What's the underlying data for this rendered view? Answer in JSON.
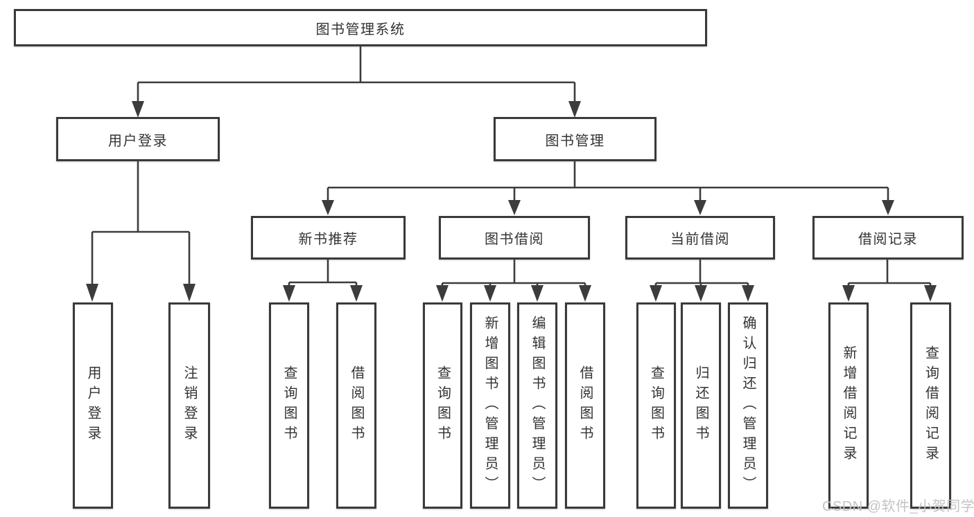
{
  "diagram": {
    "title": "图书管理系统",
    "watermark": "CSDN @软件_小贺同学",
    "colors": {
      "line": "#3c3c3c",
      "border": "#3a3a3a",
      "text": "#333333",
      "watermark": "#c6c2c2",
      "background": "#ffffff"
    },
    "nodes": {
      "root": {
        "label": "图书管理系统",
        "children": [
          "user_login",
          "book_mgmt"
        ]
      },
      "user_login": {
        "label": "用户登录",
        "children": [
          "ul_login",
          "ul_logout"
        ]
      },
      "book_mgmt": {
        "label": "图书管理",
        "children": [
          "new_book_rec",
          "book_borrowing",
          "current_borrowing",
          "borrowing_records"
        ]
      },
      "new_book_rec": {
        "label": "新书推荐",
        "children": [
          "nb_query_book",
          "nb_borrow_book"
        ]
      },
      "book_borrowing": {
        "label": "图书借阅",
        "children": [
          "bb_query_book",
          "bb_add_book_admin",
          "bb_edit_book_admin",
          "bb_borrow_book"
        ]
      },
      "current_borrowing": {
        "label": "当前借阅",
        "children": [
          "cb_query_book",
          "cb_return_book",
          "cb_confirm_return_admin"
        ]
      },
      "borrowing_records": {
        "label": "借阅记录",
        "children": [
          "br_add_record",
          "br_query_record"
        ]
      },
      "ul_login": {
        "label": "用户登录"
      },
      "ul_logout": {
        "label": "注销登录"
      },
      "nb_query_book": {
        "label": "查询图书"
      },
      "nb_borrow_book": {
        "label": "借阅图书"
      },
      "bb_query_book": {
        "label": "查询图书"
      },
      "bb_add_book_admin": {
        "label": "新增图书（管理员）"
      },
      "bb_edit_book_admin": {
        "label": "编辑图书（管理员）"
      },
      "bb_borrow_book": {
        "label": "借阅图书"
      },
      "cb_query_book": {
        "label": "查询图书"
      },
      "cb_return_book": {
        "label": "归还图书"
      },
      "cb_confirm_return_admin": {
        "label": "确认归还（管理员）"
      },
      "br_add_record": {
        "label": "新增借阅记录"
      },
      "br_query_record": {
        "label": "查询借阅记录"
      }
    }
  }
}
